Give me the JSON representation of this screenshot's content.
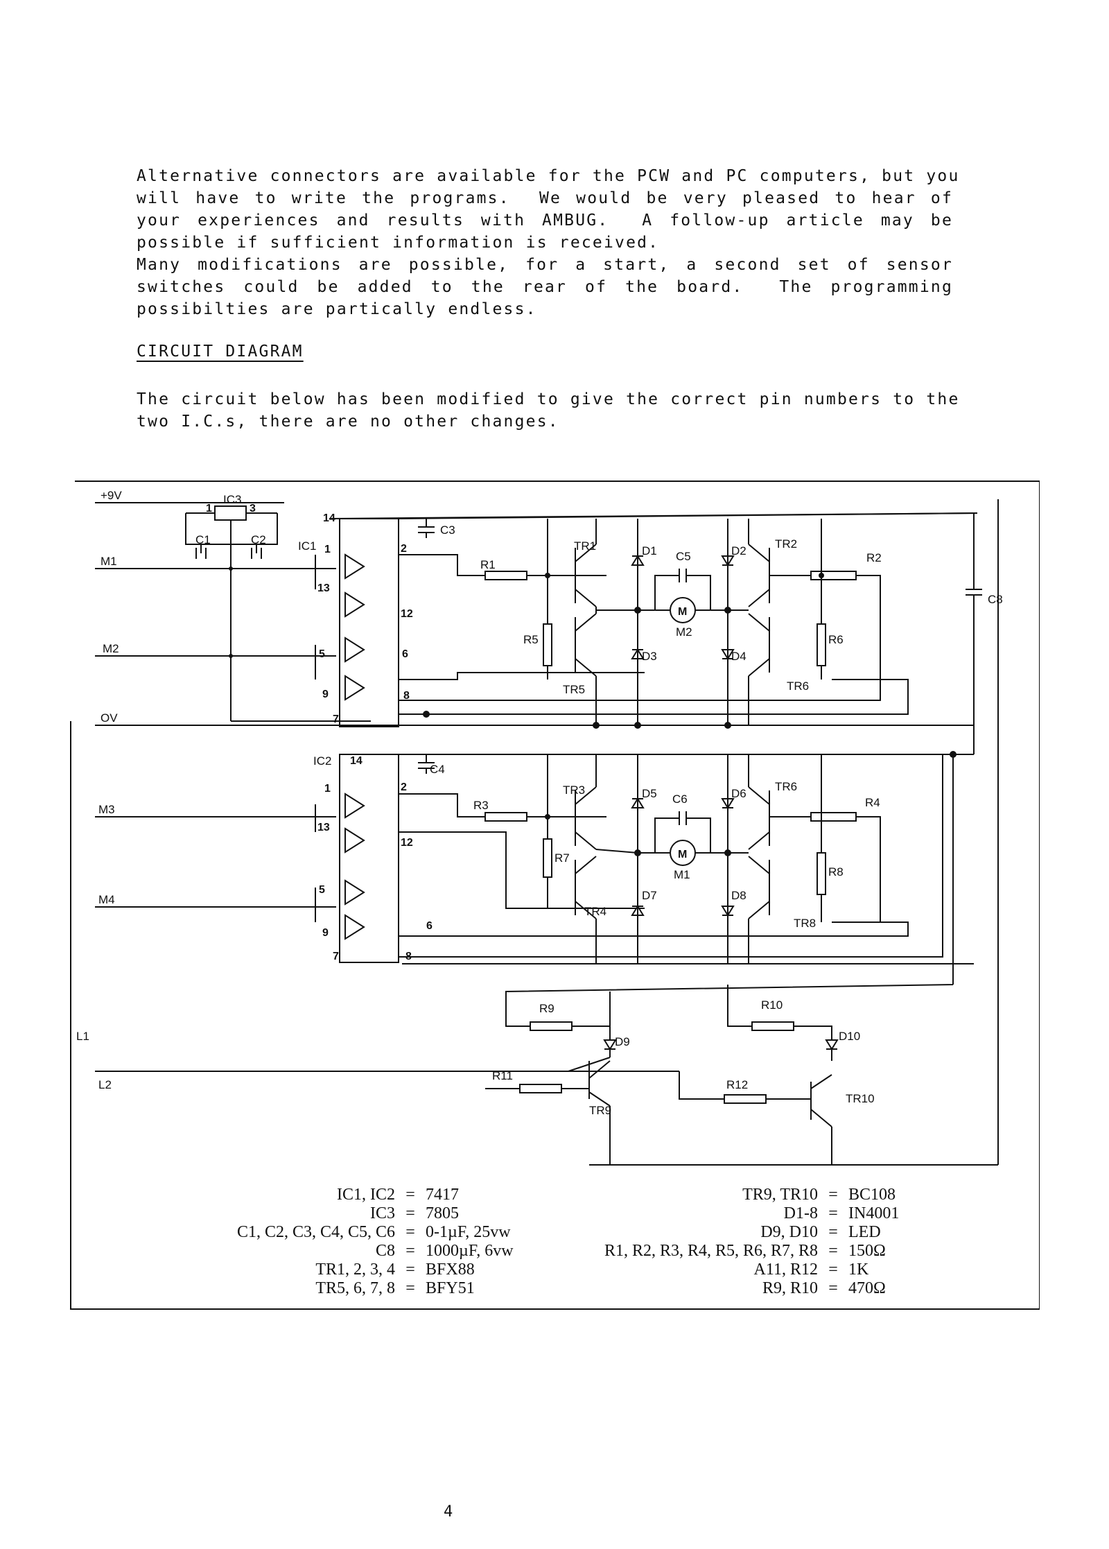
{
  "intro_paragraph": [
    "Alternative connectors are available for the PCW and PC computers, but you",
    "will have to write the programs.  We would be very pleased to hear of",
    "your experiences and results with AMBUG.  A follow-up article may be",
    "possible if sufficient information is received."
  ],
  "second_paragraph": [
    "Many modifications are possible, for a start, a second set of sensor",
    "switches could be added to the rear of the board.  The programming",
    "possibilties are partically endless."
  ],
  "heading": "CIRCUIT DIAGRAM",
  "circuit_note": [
    "The circuit below has been modified to give the correct pin numbers to the",
    "two I.C.s, there are no other changes."
  ],
  "diagram": {
    "rails": {
      "v9": "+9V",
      "m1": "M1",
      "m2": "M2",
      "ov": "OV",
      "m3": "M3",
      "m4": "M4",
      "l1": "L1",
      "l2": "L2"
    },
    "ics": {
      "ic1": "IC1",
      "ic2": "IC2",
      "ic3": "IC3"
    },
    "caps": {
      "c1": "C1",
      "c2": "C2",
      "c3": "C3",
      "c4": "C4",
      "c5": "C5",
      "c6": "C6",
      "c8": "C8"
    },
    "resistors": {
      "r1": "R1",
      "r2": "R2",
      "r3": "R3",
      "r4": "R4",
      "r5": "R5",
      "r6": "R6",
      "r7": "R7",
      "r8": "R8",
      "r9": "R9",
      "r10": "R10",
      "r11": "R11",
      "r12": "R12"
    },
    "diodes": {
      "d1": "D1",
      "d2": "D2",
      "d3": "D3",
      "d4": "D4",
      "d5": "D5",
      "d6": "D6",
      "d7": "D7",
      "d8": "D8",
      "d9": "D9",
      "d10": "D10"
    },
    "transistors": {
      "tr1": "TR1",
      "tr2": "TR2",
      "tr3": "TR3",
      "tr4": "TR4",
      "tr5": "TR5",
      "tr6a": "TR6",
      "tr6b": "TR6",
      "tr8": "TR8",
      "tr9": "TR9",
      "tr10": "TR10"
    },
    "motors": {
      "symbol": "M",
      "m1": "M1",
      "m2": "M2"
    },
    "pins": {
      "p1": "1",
      "p2": "2",
      "p3": "3",
      "p5": "5",
      "p6": "6",
      "p7": "7",
      "p8": "8",
      "p9": "9",
      "p12": "12",
      "p13": "13",
      "p14": "14"
    }
  },
  "parts_left": [
    {
      "label": "IC1, IC2",
      "value": "7417"
    },
    {
      "label": "IC3",
      "value": "7805"
    },
    {
      "label": "C1, C2, C3, C4, C5, C6",
      "value": "0-1µF, 25vw"
    },
    {
      "label": "C8",
      "value": "1000µF, 6vw"
    },
    {
      "label": "TR1, 2, 3, 4",
      "value": "BFX88"
    },
    {
      "label": "TR5, 6, 7, 8",
      "value": "BFY51"
    }
  ],
  "parts_right": [
    {
      "label": "TR9, TR10",
      "value": "BC108"
    },
    {
      "label": "D1-8",
      "value": "IN4001"
    },
    {
      "label": "D9, D10",
      "value": "LED"
    },
    {
      "label": "R1, R2, R3, R4, R5, R6, R7, R8",
      "value": "150Ω"
    },
    {
      "label": "A11, R12",
      "value": "1K"
    },
    {
      "label": "R9, R10",
      "value": "470Ω"
    }
  ],
  "equals_sign": "=",
  "page_number": "4"
}
